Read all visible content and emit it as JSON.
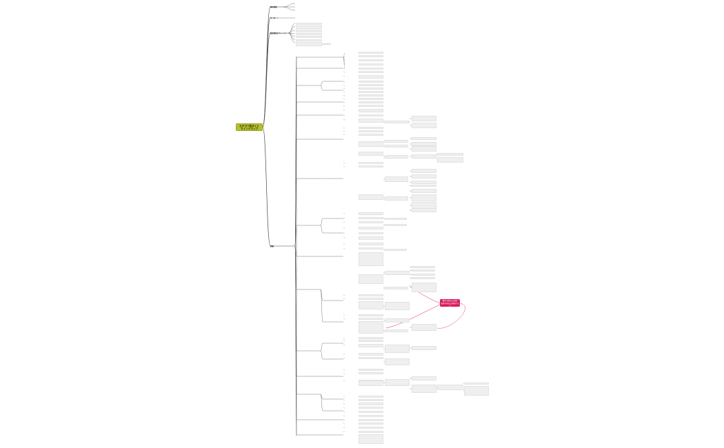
{
  "root": {
    "label": "カテゴリ別ガイドマインドマップ"
  },
  "level1": [
    {
      "label": "基本情報"
    },
    {
      "label": "データ"
    },
    {
      "label": "設定項目のフィールド"
    },
    {
      "label": "詳細"
    }
  ],
  "callout": {
    "line1": "重要な変更点の確認",
    "line2": "変更内容を必ず確認すること"
  },
  "colors": {
    "root_fill": "#b5c12a",
    "callout_fill": "#d81b60",
    "node_fill": "#efefef",
    "line": "#555555",
    "callout_line": "#d81b60"
  }
}
